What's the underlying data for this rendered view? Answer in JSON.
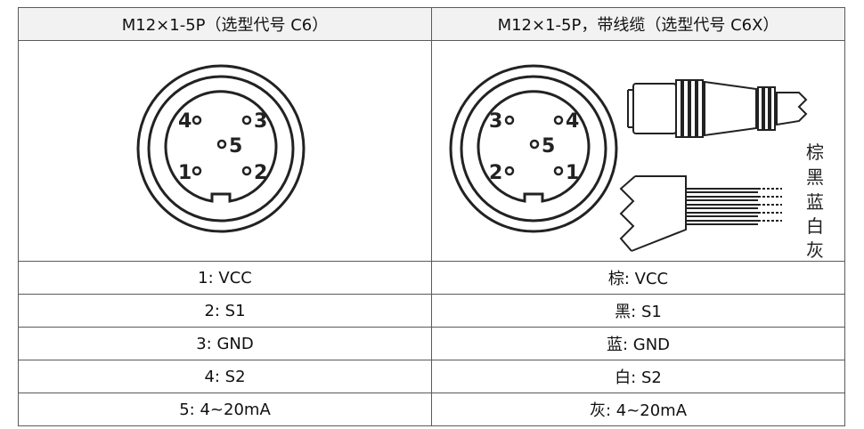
{
  "headers": {
    "left": "M12×1-5P（选型代号 C6）",
    "right": "M12×1-5P，带线缆（选型代号 C6X）"
  },
  "left_pins": {
    "p1": "1",
    "p2": "2",
    "p3": "3",
    "p4": "4",
    "p5": "5"
  },
  "right_pins": {
    "p1": "1",
    "p2": "2",
    "p3": "3",
    "p4": "4",
    "p5": "5"
  },
  "wire_colors": [
    "棕",
    "黑",
    "蓝",
    "白",
    "灰"
  ],
  "rows": [
    {
      "left": "1: VCC",
      "right": "棕: VCC"
    },
    {
      "left": "2: S1",
      "right": "黑: S1"
    },
    {
      "left": "3: GND",
      "right": "蓝: GND"
    },
    {
      "left": "4: S2",
      "right": "白: S2"
    },
    {
      "left": "5: 4~20mA",
      "right": "灰: 4~20mA"
    }
  ]
}
